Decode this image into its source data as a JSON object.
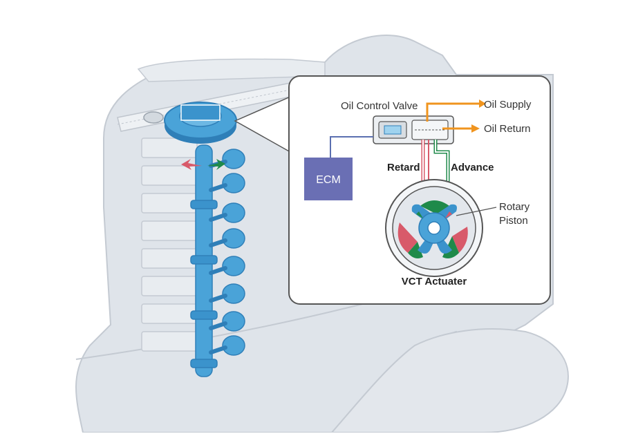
{
  "labels": {
    "oil_control_valve": "Oil Control Valve",
    "oil_supply": "Oil Supply",
    "oil_return": "Oil Return",
    "ecm": "ECM",
    "retard": "Retard",
    "advance": "Advance",
    "rotary_piston_line1": "Rotary",
    "rotary_piston_line2": "Piston",
    "vct_actuater": "VCT Actuater"
  },
  "icons": {
    "engine": "outboard-engine-outline",
    "camshaft": "camshaft-icon",
    "pulley": "vct-pulley-icon",
    "valve": "oil-control-valve-icon",
    "actuator": "vct-actuator-icon",
    "retard_arrow": "red-arrow-icon",
    "advance_arrow": "green-arrow-icon"
  },
  "colors": {
    "engine_fill": "#dfe4ea",
    "engine_line": "#c4cad2",
    "part_blue": "#4aa3d8",
    "part_blue_dark": "#2f7fb8",
    "ecm_fill": "#6a6fb4",
    "oil_orange": "#f0941e",
    "retard_red": "#d85a6a",
    "advance_green": "#1f8a4a",
    "wire_blue": "#5a6fb0",
    "callout_border": "#555555"
  }
}
